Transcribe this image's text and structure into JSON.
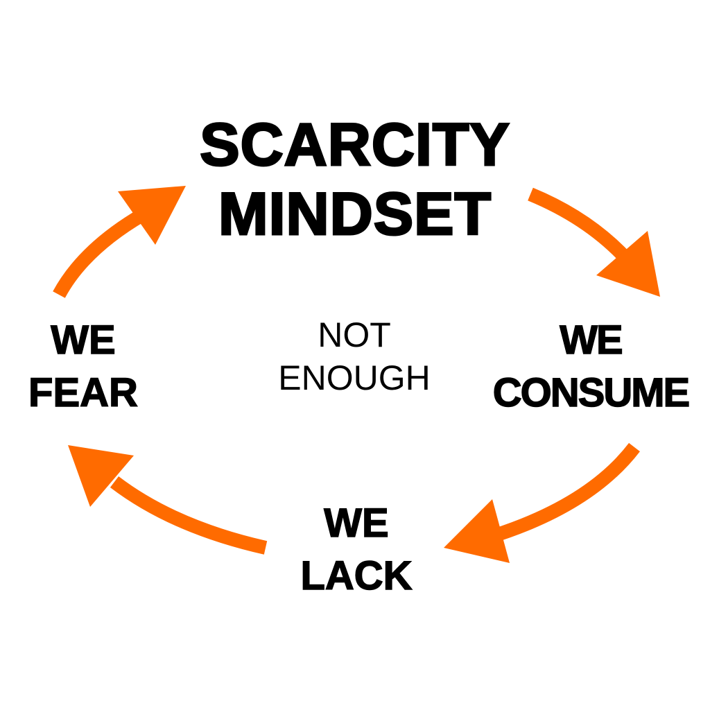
{
  "colors": {
    "arrow": "#FF6B00",
    "text": "#000000"
  },
  "title": {
    "line1": "SCARCITY",
    "line2": "MINDSET"
  },
  "center": {
    "line1": "NOT",
    "line2": "ENOUGH"
  },
  "nodes": {
    "fear": {
      "line1": "WE",
      "line2": "FEAR"
    },
    "consume": {
      "line1": "WE",
      "line2": "CONSUME"
    },
    "lack": {
      "line1": "WE",
      "line2": "LACK"
    }
  }
}
